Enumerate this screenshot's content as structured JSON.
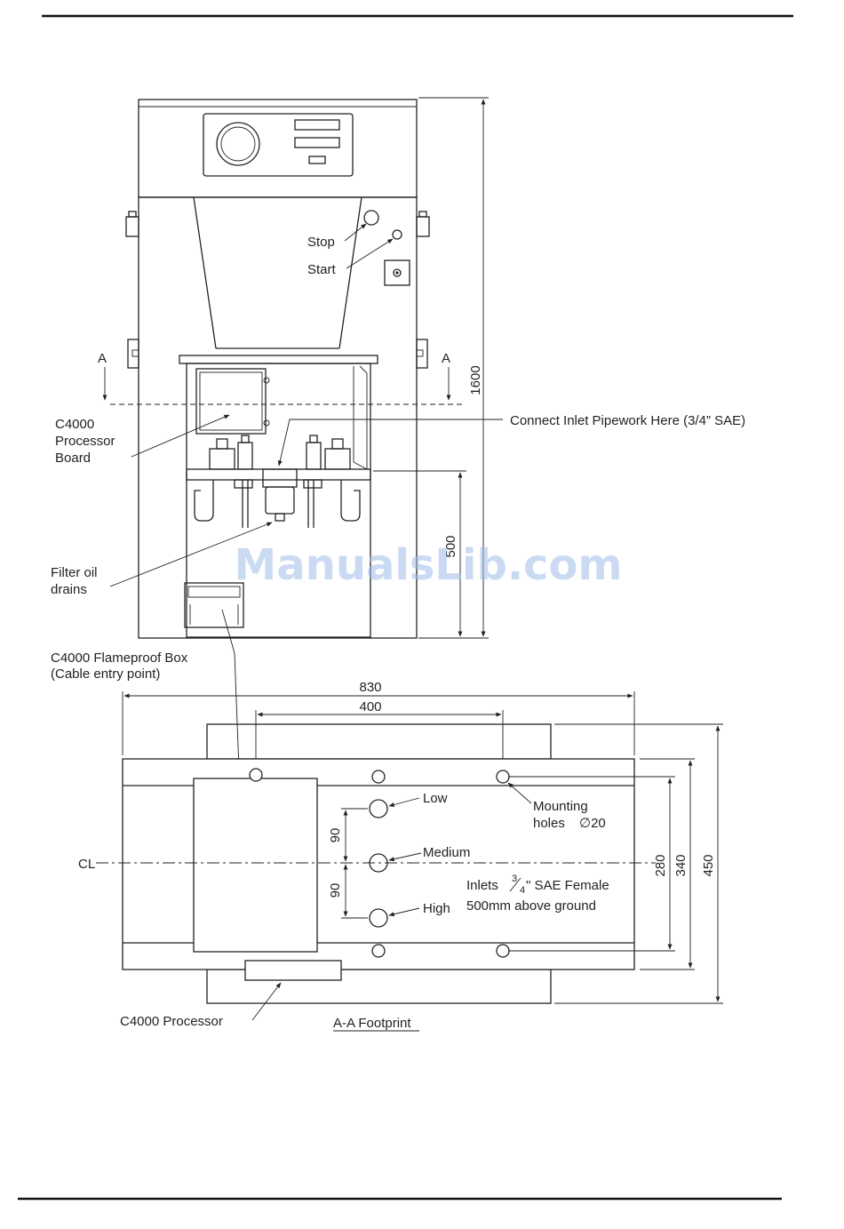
{
  "elevation": {
    "stop_label": "Stop",
    "start_label": "Start",
    "section_mark_left": "A",
    "section_mark_right": "A",
    "processor_board_line1": "C4000",
    "processor_board_line2": "Processor",
    "processor_board_line3": "Board",
    "inlet_note": "Connect Inlet Pipework Here (3/4” SAE)",
    "filter_line1": "Filter oil",
    "filter_line2": "drains",
    "flameproof_line1": "C4000 Flameproof Box",
    "flameproof_line2": "(Cable entry point)",
    "dim_total_height": "1600",
    "dim_inlet_height": "500"
  },
  "footprint": {
    "dim_width": "830",
    "dim_holes": "400",
    "dim_90_upper": "90",
    "dim_90_lower": "90",
    "dim_280": "280",
    "dim_340": "340",
    "dim_450": "450",
    "low_label": "Low",
    "medium_label": "Medium",
    "high_label": "High",
    "mounting_line1": "Mounting",
    "mounting_line2": "holes",
    "mounting_dia": "∅20",
    "centerline_mark": "CL",
    "inlets_line1_a": "Inlets",
    "inlets_frac_num": "3",
    "inlets_frac_den": "4",
    "inlets_line1_b": "\" SAE Female",
    "inlets_line2": "500mm above ground",
    "processor_label": "C4000 Processor",
    "footprint_title": "A-A Footprint"
  },
  "watermark": "ManualsLib.com"
}
